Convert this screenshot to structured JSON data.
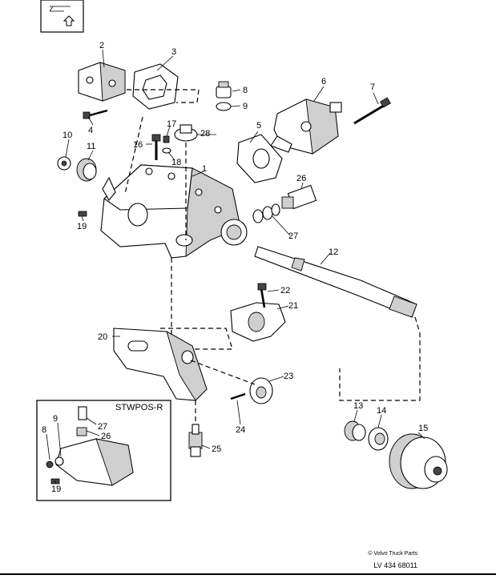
{
  "callouts": [
    "1",
    "2",
    "3",
    "4",
    "5",
    "6",
    "7",
    "8",
    "9",
    "10",
    "11",
    "12",
    "13",
    "14",
    "15",
    "16",
    "17",
    "18",
    "19",
    "20",
    "21",
    "22",
    "23",
    "24",
    "25",
    "26",
    "27",
    "28"
  ],
  "inset": {
    "title": "STWPOS-R",
    "callouts": [
      "26",
      "9",
      "27",
      "8",
      "19"
    ]
  },
  "footer": {
    "credit": "© Volvo Truck Parts",
    "reference": "LV 434 68011"
  },
  "icons": [
    "navigation-arrow-icon"
  ]
}
